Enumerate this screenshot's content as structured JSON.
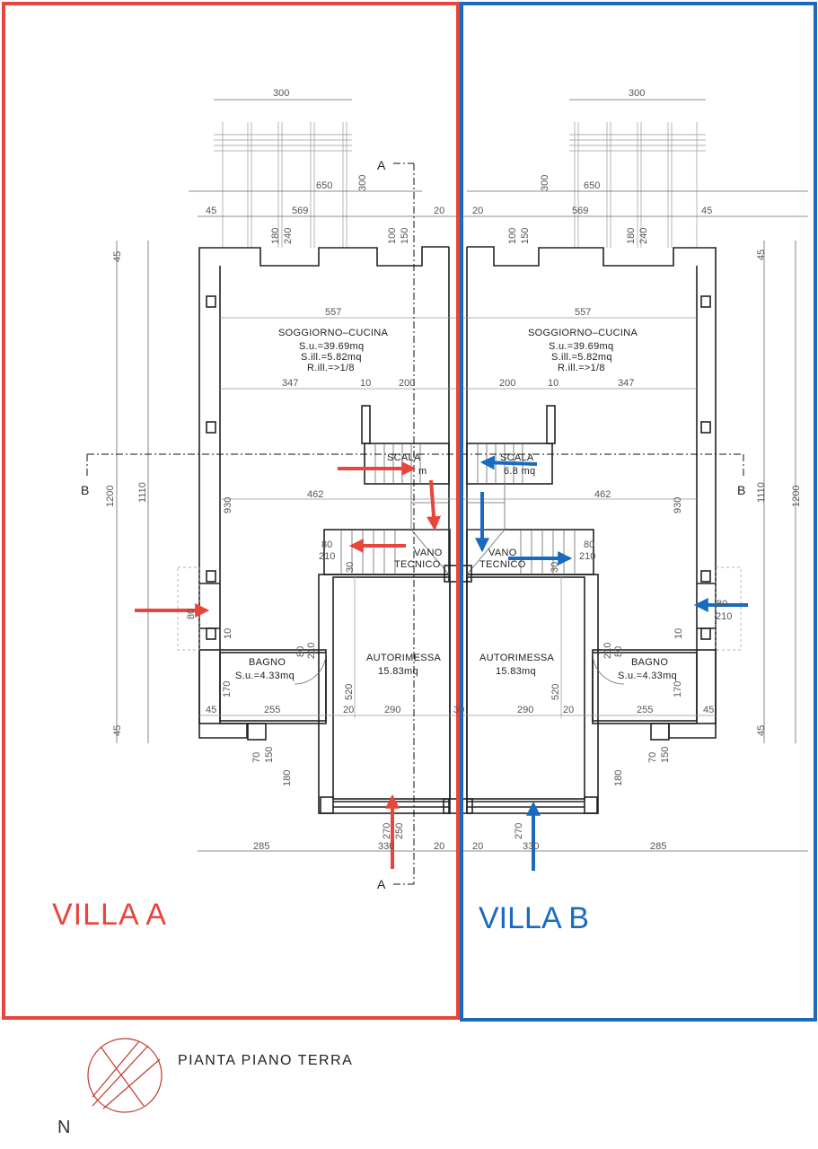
{
  "drawing": {
    "title": "PIANTA PIANO TERRA",
    "north_label": "N",
    "section_labels": {
      "a_top": "A",
      "a_bottom": "A",
      "b_left": "B",
      "b_right": "B"
    }
  },
  "villas": [
    {
      "label": "VILLA A",
      "color": "#e8453c"
    },
    {
      "label": "VILLA B",
      "color": "#1a6bbf"
    }
  ],
  "rooms": {
    "living": {
      "name": "SOGGIORNO–CUCINA",
      "su": "S.u.=39.69mq",
      "sill": "S.ill.=5.82mq",
      "rill": "R.ill.=>1/8"
    },
    "stair": {
      "name": "SCALA",
      "area_a": "m",
      "area_b": "6.8 mq"
    },
    "tech": {
      "line1": "VANO",
      "line2": "TECNICO"
    },
    "garage": {
      "name": "AUTORIMESSA",
      "area": "15.83mq"
    },
    "bath": {
      "name": "BAGNO",
      "area": "S.u.=4.33mq"
    }
  },
  "dimensions": {
    "pergola_width": "300",
    "pergola_depth": "300",
    "top_overall": "650",
    "edge_45": "45",
    "top_569": "569",
    "wall_20": "20",
    "win_180": "180",
    "win_240": "240",
    "win_100": "100",
    "win_150": "150",
    "room_557": "557",
    "row_347": "347",
    "row_10": "10",
    "row_200": "200",
    "stair_462": "462",
    "height_1200": "1200",
    "height_1110": "1110",
    "height_930": "930",
    "door_80": "80",
    "door_210": "210",
    "door_30": "30",
    "height_170": "170",
    "height_520": "520",
    "bath_255": "255",
    "garage_290": "290",
    "garage_330": "330",
    "door_270": "270",
    "door_250": "250",
    "side_285": "285",
    "win_70": "70"
  }
}
